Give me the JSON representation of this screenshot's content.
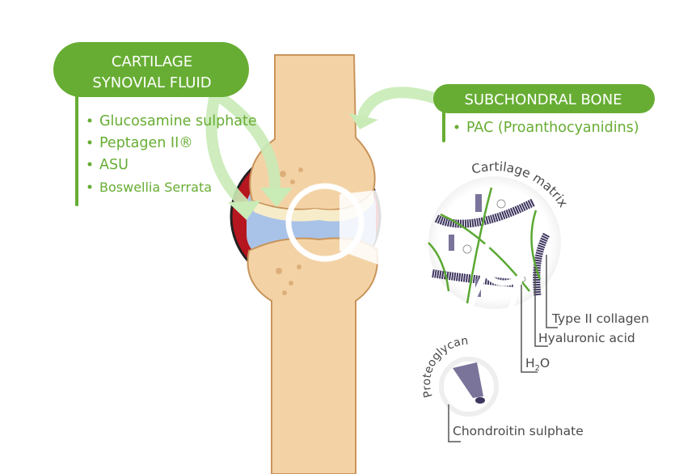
{
  "colors": {
    "green": "#67ad33",
    "arrow": "#c9ebb6",
    "bone": "#f3d3a6",
    "capsule": "#b5161f",
    "fluid": "#a9c3e8",
    "collagen": "#3f3660",
    "line": "#555555"
  },
  "left_callout": {
    "title_line1": "CARTILAGE",
    "title_line2": "SYNOVIAL FLUID",
    "items": [
      "Glucosamine sulphate",
      "Peptagen II®",
      "ASU",
      "Boswellia Serrata"
    ]
  },
  "right_callout": {
    "title": "SUBCHONDRAL BONE",
    "items": [
      "PAC (Proanthocyanidins)"
    ]
  },
  "matrix": {
    "title": "Cartilage matrix",
    "labels": {
      "collagen": "Type II collagen",
      "hyaluronic": "Hyaluronic acid",
      "water_h": "H",
      "water_sub": "2",
      "water_o": "O",
      "proteoglycan": "Proteoglycan",
      "chondroitin": "Chondroitin sulphate"
    }
  }
}
